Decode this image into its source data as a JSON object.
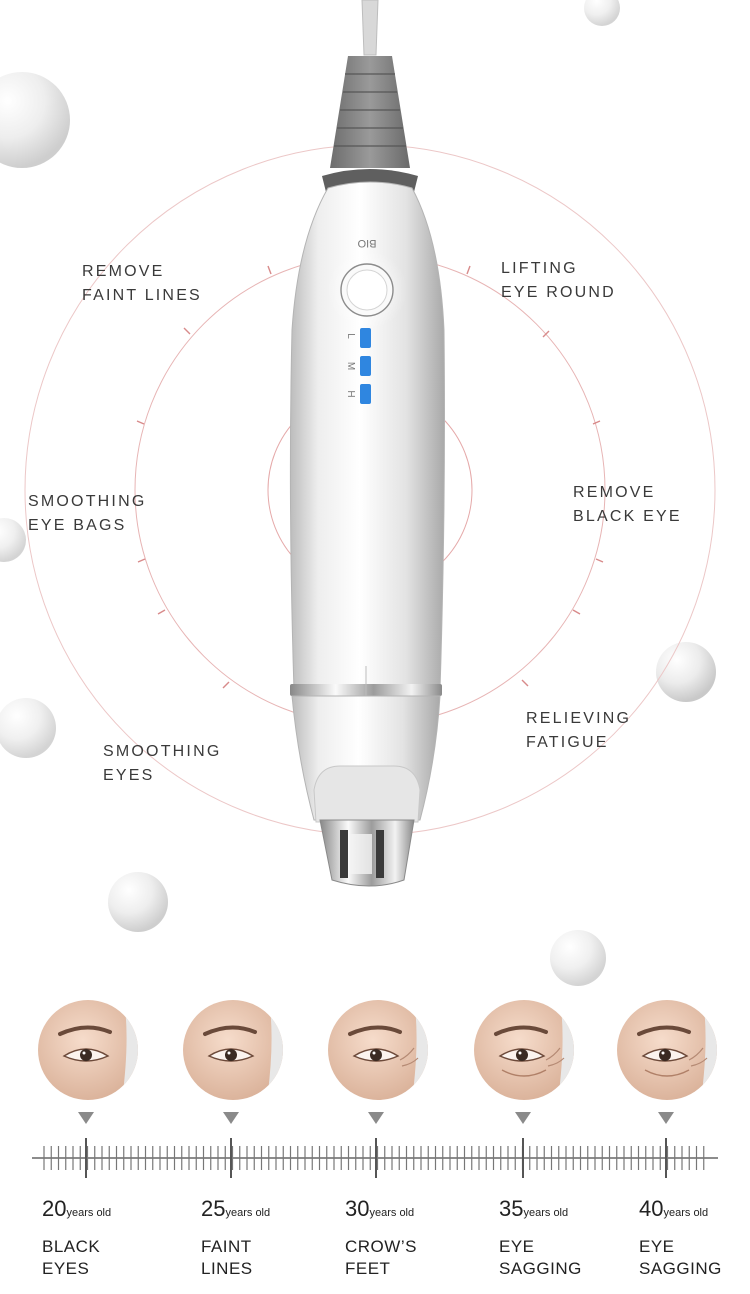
{
  "device": {
    "button_label": "BIO",
    "levels": [
      "L",
      "M",
      "H"
    ],
    "accent_color": "#2f86e0",
    "ring_color": "#e7b4b4"
  },
  "benefits": [
    {
      "line1": "REMOVE",
      "line2": "FAINT LINES"
    },
    {
      "line1": "LIFTING",
      "line2": "EYE ROUND"
    },
    {
      "line1": "SMOOTHING",
      "line2": "EYE BAGS"
    },
    {
      "line1": "REMOVE",
      "line2": "BLACK EYE"
    },
    {
      "line1": "SMOOTHING",
      "line2": "EYES"
    },
    {
      "line1": "RELIEVING",
      "line2": "FATIGUE"
    }
  ],
  "timeline": [
    {
      "age": "20",
      "unit": "years old",
      "line1": "BLACK",
      "line2": "EYES"
    },
    {
      "age": "25",
      "unit": "years old",
      "line1": "FAINT",
      "line2": "LINES"
    },
    {
      "age": "30",
      "unit": "years old",
      "line1": "CROW’S",
      "line2": "FEET"
    },
    {
      "age": "35",
      "unit": "years old",
      "line1": "EYE",
      "line2": "SAGGING"
    },
    {
      "age": "40",
      "unit": "years old",
      "line1": "EYE",
      "line2": "SAGGING"
    }
  ]
}
